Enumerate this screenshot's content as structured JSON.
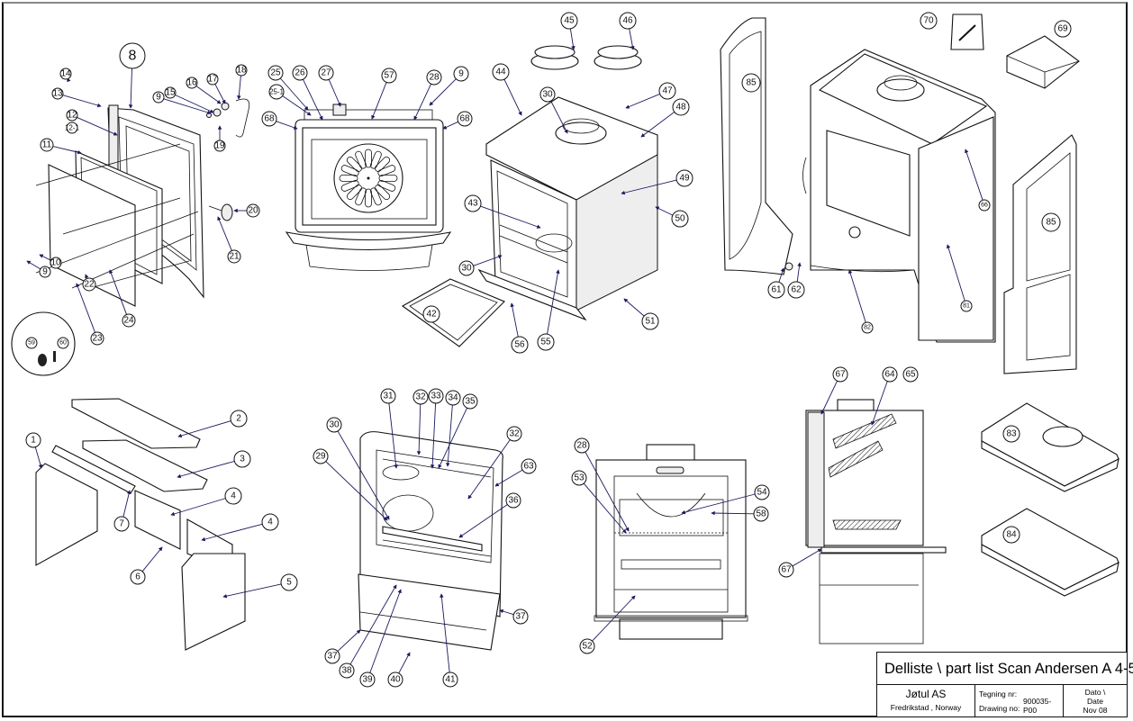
{
  "title_block": {
    "title": "Delliste \\ part list Scan Andersen A 4-5",
    "company": "Jøtul AS",
    "location": "Fredrikstad , Norway",
    "drawing_no_label_no": "Tegning nr:",
    "drawing_no_label_en": "Drawing no:",
    "drawing_no": "900035-P00",
    "date_label_no": "Dato \\",
    "date_label_en": "Date",
    "date": "Nov 08"
  },
  "callouts": {
    "door": [
      "8",
      "14",
      "13",
      "12",
      "12-1",
      "11",
      "9",
      "15",
      "16",
      "17",
      "18",
      "19",
      "20",
      "21",
      "10",
      "9",
      "22",
      "23",
      "24"
    ],
    "detail_circle": [
      "59",
      "60"
    ],
    "door_top_view": [
      "25",
      "25-1",
      "26",
      "27",
      "57",
      "28",
      "9",
      "68",
      "68"
    ],
    "stove_front": [
      "44",
      "30",
      "45",
      "46",
      "47",
      "48",
      "49",
      "50",
      "43",
      "30",
      "42",
      "56",
      "55",
      "51"
    ],
    "stove_exploded": [
      "70",
      "69",
      "85",
      "85",
      "66",
      "61",
      "62",
      "82",
      "81"
    ],
    "firebricks": [
      "1",
      "2",
      "3",
      "4",
      "4",
      "5",
      "6",
      "7"
    ],
    "interior": [
      "31",
      "32",
      "33",
      "34",
      "35",
      "30",
      "29",
      "32",
      "63",
      "36",
      "37",
      "37",
      "38",
      "39",
      "40",
      "41"
    ],
    "front_open": [
      "28",
      "53",
      "54",
      "58",
      "52"
    ],
    "section": [
      "67",
      "64",
      "65",
      "67"
    ],
    "tops": [
      "83",
      "84"
    ]
  }
}
